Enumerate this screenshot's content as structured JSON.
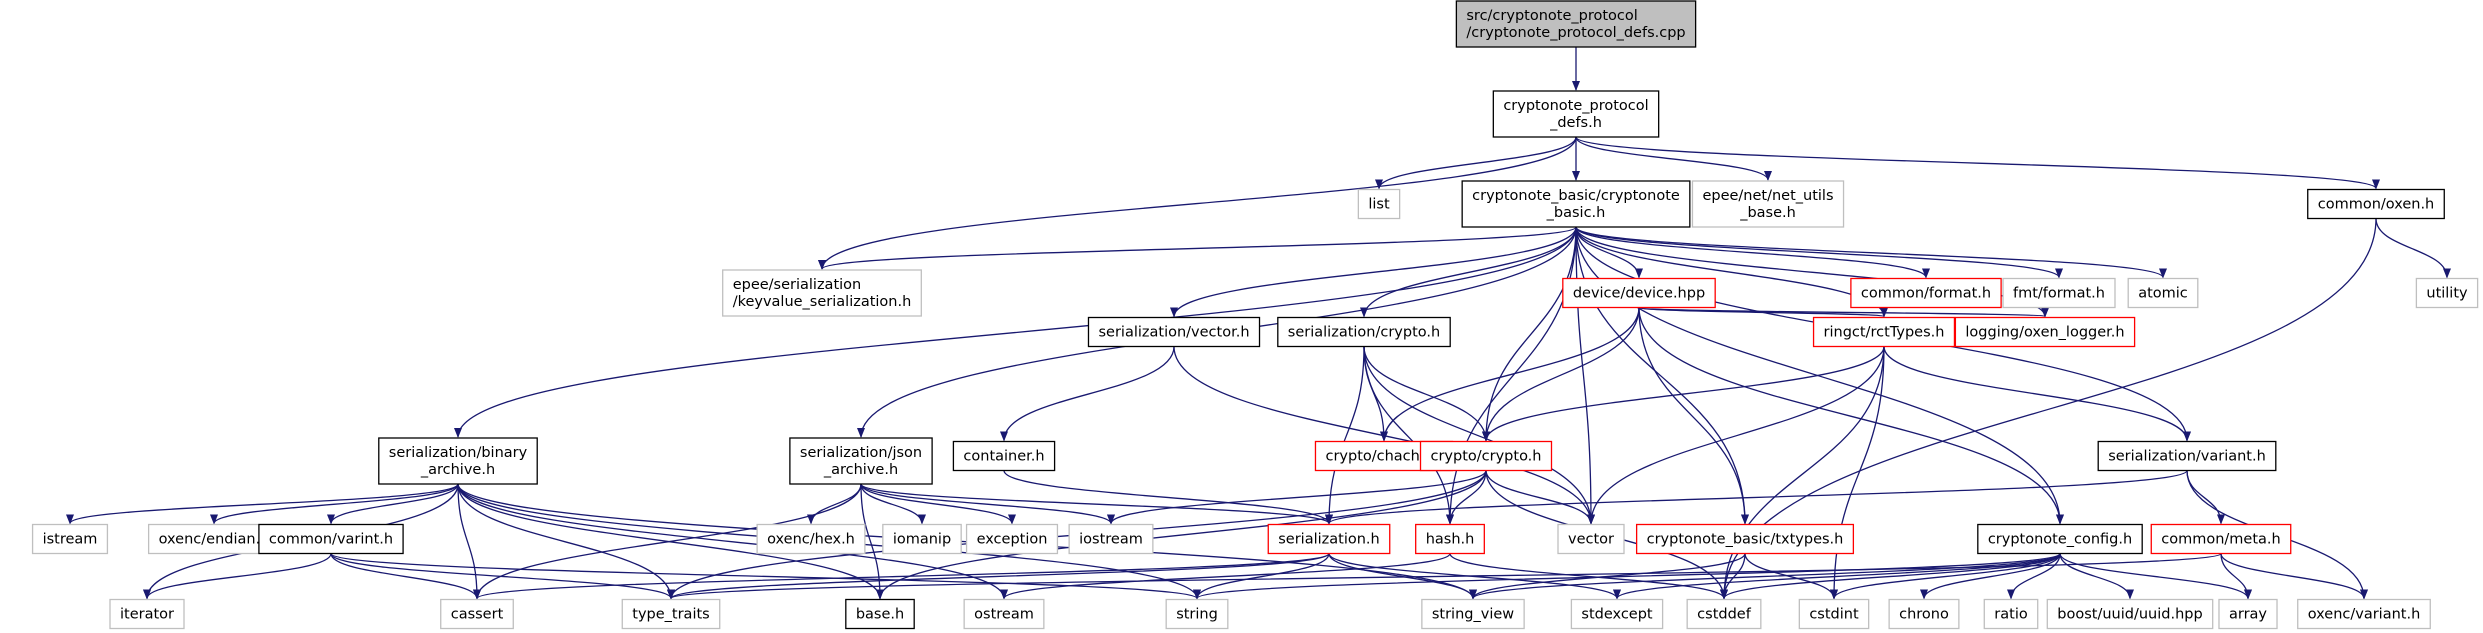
{
  "colors": {
    "edge": "#191970",
    "text": "#000000",
    "border_default": "#000000",
    "border_external": "#bfbfbf",
    "border_incomplete": "#ff0000",
    "root_fill": "#bfbfbf",
    "node_fill": "#ffffff"
  },
  "nodes": [
    {
      "id": "root",
      "lines": [
        "src/cryptonote_protocol",
        "/cryptonote_protocol_defs.cpp"
      ],
      "style": "root"
    },
    {
      "id": "defs",
      "lines": [
        "cryptonote_protocol",
        "_defs.h"
      ],
      "style": "normal"
    },
    {
      "id": "list",
      "lines": [
        "list"
      ],
      "style": "external"
    },
    {
      "id": "cnbasic",
      "lines": [
        "cryptonote_basic/cryptonote",
        "_basic.h"
      ],
      "style": "normal"
    },
    {
      "id": "netutils",
      "lines": [
        "epee/net/net_utils",
        "_base.h"
      ],
      "style": "external"
    },
    {
      "id": "oxenh",
      "lines": [
        "common/oxen.h"
      ],
      "style": "normal"
    },
    {
      "id": "kvser",
      "lines": [
        "epee/serialization",
        "/keyvalue_serialization.h"
      ],
      "style": "external"
    },
    {
      "id": "devhpp",
      "lines": [
        "device/device.hpp"
      ],
      "style": "incomplete"
    },
    {
      "id": "cformat",
      "lines": [
        "common/format.h"
      ],
      "style": "incomplete"
    },
    {
      "id": "fmtformat",
      "lines": [
        "fmt/format.h"
      ],
      "style": "external"
    },
    {
      "id": "atomic",
      "lines": [
        "atomic"
      ],
      "style": "external"
    },
    {
      "id": "utility",
      "lines": [
        "utility"
      ],
      "style": "external"
    },
    {
      "id": "servector",
      "lines": [
        "serialization/vector.h"
      ],
      "style": "normal"
    },
    {
      "id": "sercrypto",
      "lines": [
        "serialization/crypto.h"
      ],
      "style": "normal"
    },
    {
      "id": "rcttypes",
      "lines": [
        "ringct/rctTypes.h"
      ],
      "style": "incomplete"
    },
    {
      "id": "oxenlogger",
      "lines": [
        "logging/oxen_logger.h"
      ],
      "style": "incomplete"
    },
    {
      "id": "serbinary",
      "lines": [
        "serialization/binary",
        "_archive.h"
      ],
      "style": "normal"
    },
    {
      "id": "serjson",
      "lines": [
        "serialization/json",
        "_archive.h"
      ],
      "style": "normal"
    },
    {
      "id": "container",
      "lines": [
        "container.h"
      ],
      "style": "normal"
    },
    {
      "id": "chacha",
      "lines": [
        "crypto/chacha.h"
      ],
      "style": "incomplete"
    },
    {
      "id": "cryptoh",
      "lines": [
        "crypto/crypto.h"
      ],
      "style": "incomplete"
    },
    {
      "id": "servariant",
      "lines": [
        "serialization/variant.h"
      ],
      "style": "normal"
    },
    {
      "id": "istream",
      "lines": [
        "istream"
      ],
      "style": "external"
    },
    {
      "id": "endian",
      "lines": [
        "oxenc/endian.h"
      ],
      "style": "external"
    },
    {
      "id": "varint",
      "lines": [
        "common/varint.h"
      ],
      "style": "normal"
    },
    {
      "id": "hex",
      "lines": [
        "oxenc/hex.h"
      ],
      "style": "external"
    },
    {
      "id": "iomanip",
      "lines": [
        "iomanip"
      ],
      "style": "external"
    },
    {
      "id": "exception",
      "lines": [
        "exception"
      ],
      "style": "external"
    },
    {
      "id": "iostream",
      "lines": [
        "iostream"
      ],
      "style": "external"
    },
    {
      "id": "serh",
      "lines": [
        "serialization.h"
      ],
      "style": "incomplete"
    },
    {
      "id": "hashh",
      "lines": [
        "hash.h"
      ],
      "style": "incomplete"
    },
    {
      "id": "vector",
      "lines": [
        "vector"
      ],
      "style": "external"
    },
    {
      "id": "txtypes",
      "lines": [
        "cryptonote_basic/txtypes.h"
      ],
      "style": "incomplete"
    },
    {
      "id": "cnconfig",
      "lines": [
        "cryptonote_config.h"
      ],
      "style": "normal"
    },
    {
      "id": "meta",
      "lines": [
        "common/meta.h"
      ],
      "style": "incomplete"
    },
    {
      "id": "iterator",
      "lines": [
        "iterator"
      ],
      "style": "external"
    },
    {
      "id": "cassert",
      "lines": [
        "cassert"
      ],
      "style": "external"
    },
    {
      "id": "typetraits",
      "lines": [
        "type_traits"
      ],
      "style": "external"
    },
    {
      "id": "baseh",
      "lines": [
        "base.h"
      ],
      "style": "normal"
    },
    {
      "id": "ostream",
      "lines": [
        "ostream"
      ],
      "style": "external"
    },
    {
      "id": "string",
      "lines": [
        "string"
      ],
      "style": "external"
    },
    {
      "id": "stringview",
      "lines": [
        "string_view"
      ],
      "style": "external"
    },
    {
      "id": "stdexcept",
      "lines": [
        "stdexcept"
      ],
      "style": "external"
    },
    {
      "id": "cstddef",
      "lines": [
        "cstddef"
      ],
      "style": "external"
    },
    {
      "id": "cstdint",
      "lines": [
        "cstdint"
      ],
      "style": "external"
    },
    {
      "id": "chrono",
      "lines": [
        "chrono"
      ],
      "style": "external"
    },
    {
      "id": "ratio",
      "lines": [
        "ratio"
      ],
      "style": "external"
    },
    {
      "id": "uuid",
      "lines": [
        "boost/uuid/uuid.hpp"
      ],
      "style": "external"
    },
    {
      "id": "array",
      "lines": [
        "array"
      ],
      "style": "external"
    },
    {
      "id": "oxvariant",
      "lines": [
        "oxenc/variant.h"
      ],
      "style": "external"
    }
  ],
  "edges": [
    [
      "root",
      "defs"
    ],
    [
      "defs",
      "list"
    ],
    [
      "defs",
      "cnbasic"
    ],
    [
      "defs",
      "netutils"
    ],
    [
      "defs",
      "oxenh"
    ],
    [
      "defs",
      "kvser"
    ],
    [
      "cnbasic",
      "kvser"
    ],
    [
      "cnbasic",
      "devhpp"
    ],
    [
      "cnbasic",
      "cformat"
    ],
    [
      "cnbasic",
      "fmtformat"
    ],
    [
      "cnbasic",
      "atomic"
    ],
    [
      "cnbasic",
      "servector"
    ],
    [
      "cnbasic",
      "sercrypto"
    ],
    [
      "cnbasic",
      "rcttypes"
    ],
    [
      "cnbasic",
      "oxenlogger"
    ],
    [
      "cnbasic",
      "serbinary"
    ],
    [
      "cnbasic",
      "serjson"
    ],
    [
      "cnbasic",
      "cryptoh"
    ],
    [
      "cnbasic",
      "servariant"
    ],
    [
      "cnbasic",
      "vector"
    ],
    [
      "cnbasic",
      "txtypes"
    ],
    [
      "cnbasic",
      "cnconfig"
    ],
    [
      "cnbasic",
      "hashh"
    ],
    [
      "oxenh",
      "utility"
    ],
    [
      "oxenh",
      "cstddef"
    ],
    [
      "devhpp",
      "chacha"
    ],
    [
      "devhpp",
      "cryptoh"
    ],
    [
      "devhpp",
      "rcttypes"
    ],
    [
      "devhpp",
      "oxenlogger"
    ],
    [
      "devhpp",
      "txtypes"
    ],
    [
      "devhpp",
      "cnconfig"
    ],
    [
      "servector",
      "container"
    ],
    [
      "servector",
      "vector"
    ],
    [
      "sercrypto",
      "chacha"
    ],
    [
      "sercrypto",
      "cryptoh"
    ],
    [
      "sercrypto",
      "serh"
    ],
    [
      "sercrypto",
      "hashh"
    ],
    [
      "sercrypto",
      "vector"
    ],
    [
      "rcttypes",
      "cryptoh"
    ],
    [
      "rcttypes",
      "servariant"
    ],
    [
      "rcttypes",
      "vector"
    ],
    [
      "rcttypes",
      "cstddef"
    ],
    [
      "rcttypes",
      "cstdint"
    ],
    [
      "serbinary",
      "istream"
    ],
    [
      "serbinary",
      "endian"
    ],
    [
      "serbinary",
      "varint"
    ],
    [
      "serbinary",
      "iterator"
    ],
    [
      "serbinary",
      "cassert"
    ],
    [
      "serbinary",
      "typetraits"
    ],
    [
      "serbinary",
      "baseh"
    ],
    [
      "serbinary",
      "string"
    ],
    [
      "serbinary",
      "ostream"
    ],
    [
      "serbinary",
      "stringview"
    ],
    [
      "serjson",
      "hex"
    ],
    [
      "serjson",
      "iomanip"
    ],
    [
      "serjson",
      "exception"
    ],
    [
      "serjson",
      "iostream"
    ],
    [
      "serjson",
      "serh"
    ],
    [
      "serjson",
      "cassert"
    ],
    [
      "serjson",
      "baseh"
    ],
    [
      "container",
      "serh"
    ],
    [
      "cryptoh",
      "iostream"
    ],
    [
      "cryptoh",
      "hashh"
    ],
    [
      "cryptoh",
      "vector"
    ],
    [
      "cryptoh",
      "cstddef"
    ],
    [
      "cryptoh",
      "baseh"
    ],
    [
      "cryptoh",
      "typetraits"
    ],
    [
      "servariant",
      "serh"
    ],
    [
      "servariant",
      "meta"
    ],
    [
      "servariant",
      "oxvariant"
    ],
    [
      "varint",
      "iterator"
    ],
    [
      "varint",
      "cassert"
    ],
    [
      "varint",
      "typetraits"
    ],
    [
      "varint",
      "string"
    ],
    [
      "serh",
      "typetraits"
    ],
    [
      "serh",
      "stringview"
    ],
    [
      "serh",
      "stdexcept"
    ],
    [
      "serh",
      "cassert"
    ],
    [
      "serh",
      "string"
    ],
    [
      "hashh",
      "ostream"
    ],
    [
      "hashh",
      "cstddef"
    ],
    [
      "txtypes",
      "cstdint"
    ],
    [
      "txtypes",
      "stringview"
    ],
    [
      "txtypes",
      "cstddef"
    ],
    [
      "cnconfig",
      "cstddef"
    ],
    [
      "cnconfig",
      "cstdint"
    ],
    [
      "cnconfig",
      "chrono"
    ],
    [
      "cnconfig",
      "ratio"
    ],
    [
      "cnconfig",
      "uuid"
    ],
    [
      "cnconfig",
      "array"
    ],
    [
      "cnconfig",
      "string"
    ],
    [
      "cnconfig",
      "stringview"
    ],
    [
      "cnconfig",
      "stdexcept"
    ],
    [
      "meta",
      "array"
    ],
    [
      "meta",
      "oxvariant"
    ],
    [
      "meta",
      "typetraits"
    ]
  ]
}
